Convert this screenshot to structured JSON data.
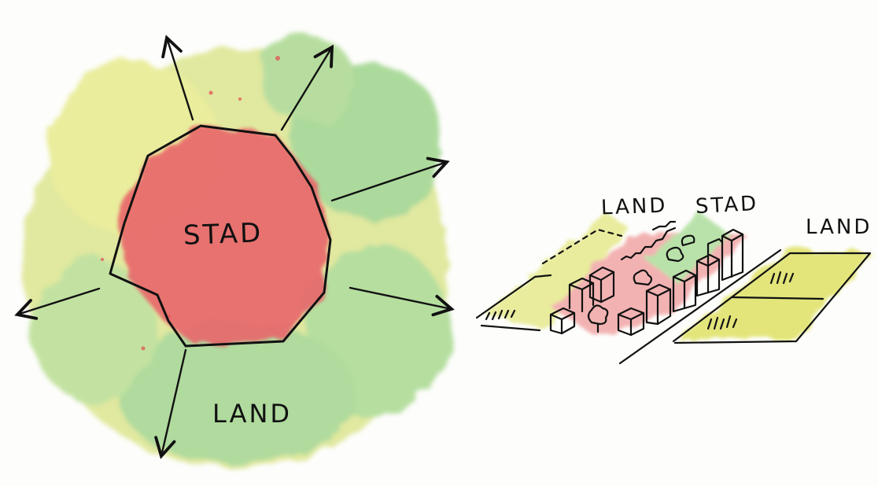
{
  "diagram": {
    "left": {
      "city_label": "STAD",
      "land_label": "LAND",
      "colors": {
        "city": "#e8666a",
        "land_light": "#dbe38a",
        "land_green": "#8fcf83"
      }
    },
    "right": {
      "land_label_left": "LAND",
      "city_label": "STAD",
      "land_label_right": "LAND",
      "colors": {
        "field": "#dde05c",
        "city": "#ef8f8f",
        "green": "#a6d98d"
      }
    }
  }
}
